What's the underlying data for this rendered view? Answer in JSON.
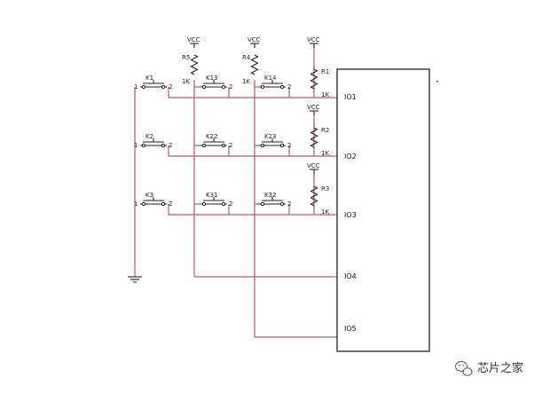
{
  "power_label": "VCC",
  "column_resistors": [
    {
      "name": "R5",
      "value": "1K"
    },
    {
      "name": "R4",
      "value": "1K"
    }
  ],
  "row_resistors": [
    {
      "name": "R1",
      "value": "1K"
    },
    {
      "name": "R2",
      "value": "1K"
    },
    {
      "name": "R3",
      "value": "1K"
    }
  ],
  "keys": [
    [
      "K1",
      "K13",
      "K14"
    ],
    [
      "K2",
      "K22",
      "K23"
    ],
    [
      "K3",
      "K31",
      "K32"
    ]
  ],
  "pin1": "1",
  "pin2": "2",
  "io_pins": [
    "IO1",
    "IO2",
    "IO3",
    "IO4",
    "IO5"
  ],
  "watermark": "芯片之家",
  "colors": {
    "wire": "#b05a64",
    "component": "#222222",
    "background": "#ffffff"
  },
  "icons": {
    "watermark": "wechat-icon",
    "ground": "ground-symbol"
  }
}
